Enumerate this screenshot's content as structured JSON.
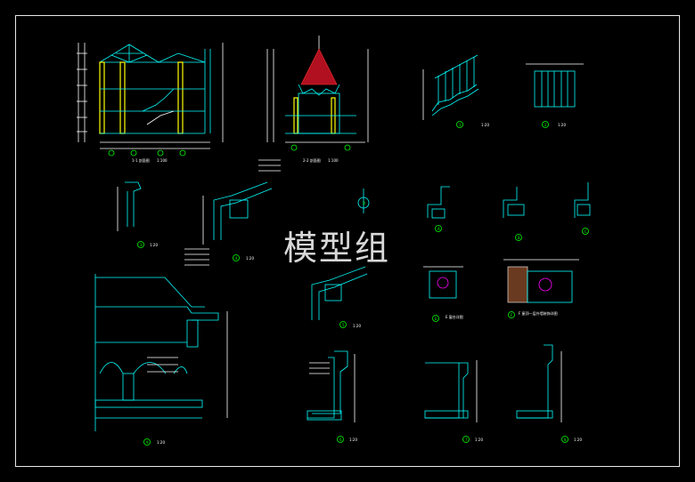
{
  "watermark": "模型组",
  "colors": {
    "background": "#000000",
    "frame": "#e8e8e8",
    "green": "#00ff00",
    "cyan": "#00ffff",
    "yellow": "#ffff00",
    "magenta": "#ff00ff",
    "red": "#ff3030",
    "white": "#ffffff"
  },
  "sheet_labels": {
    "section_1": "1-1 剖面图",
    "section_2": "2-2 剖面图",
    "scale_100": "1:100",
    "scale_20": "1:20",
    "detail_e": "E 窗台详图",
    "detail_f": "F 屋顶一层外墙装饰详图"
  },
  "detail_numbers": [
    "1",
    "2",
    "3",
    "4",
    "5",
    "6",
    "7",
    "8",
    "9",
    "A",
    "B",
    "C",
    "D",
    "E",
    "F"
  ]
}
